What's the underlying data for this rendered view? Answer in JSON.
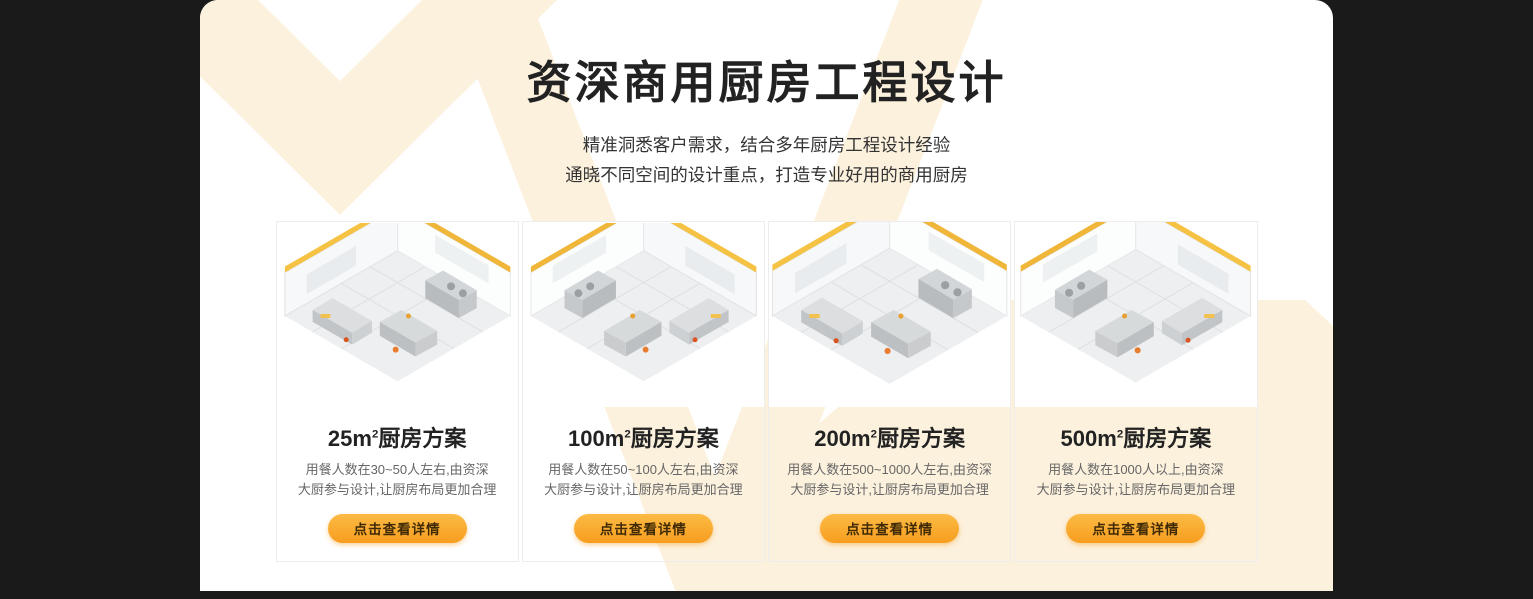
{
  "header": {
    "title": "资深商用厨房工程设计",
    "subtitle_line1": "精准洞悉客户需求，结合多年厨房工程设计经验",
    "subtitle_line2": "通晓不同空间的设计重点，打造专业好用的商用厨房"
  },
  "cards": [
    {
      "area": "25m",
      "area_sup": "2",
      "title_suffix": "厨房方案",
      "desc_line1": "用餐人数在30~50人左右,由资深",
      "desc_line2": "大厨参与设计,让厨房布局更加合理",
      "button_label": "点击查看详情"
    },
    {
      "area": "100m",
      "area_sup": "2",
      "title_suffix": "厨房方案",
      "desc_line1": "用餐人数在50~100人左右,由资深",
      "desc_line2": "大厨参与设计,让厨房布局更加合理",
      "button_label": "点击查看详情"
    },
    {
      "area": "200m",
      "area_sup": "2",
      "title_suffix": "厨房方案",
      "desc_line1": "用餐人数在500~1000人左右,由资深",
      "desc_line2": "大厨参与设计,让厨房布局更加合理",
      "button_label": "点击查看详情"
    },
    {
      "area": "500m",
      "area_sup": "2",
      "title_suffix": "厨房方案",
      "desc_line1": "用餐人数在1000人以上,由资深",
      "desc_line2": "大厨参与设计,让厨房布局更加合理",
      "button_label": "点击查看详情"
    }
  ],
  "colors": {
    "page_background": "#1a1a1a",
    "panel_background": "#ffffff",
    "decoration_chevron": "#fcf1dd",
    "accent_orange": "#f79d1f",
    "button_text": "#3f2a05",
    "title_text": "#222222",
    "description_text": "#666666"
  }
}
